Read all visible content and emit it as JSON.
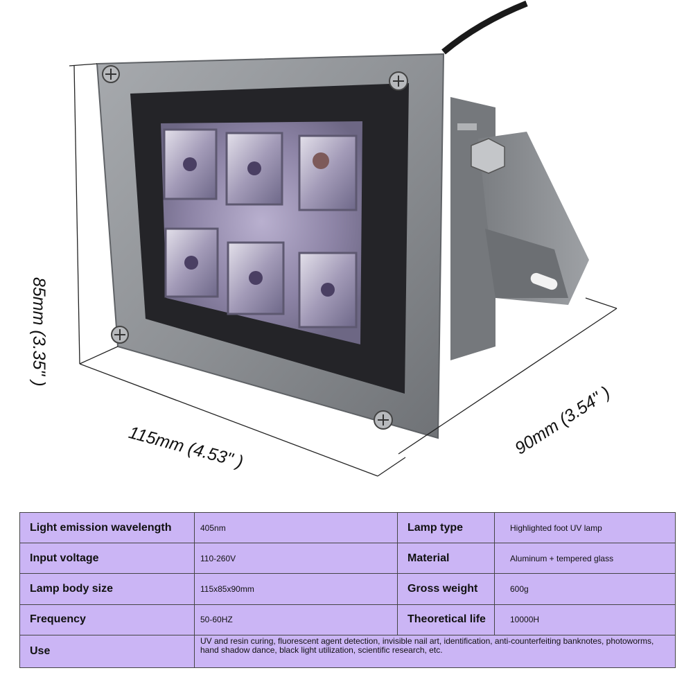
{
  "dimensions": {
    "height_label": "85mm (3.35\" )",
    "width_label": "115mm (4.53\" )",
    "depth_label": "90mm (3.54\" )"
  },
  "specs": {
    "rows": [
      {
        "label1": "Light emission wavelength",
        "value1": "405nm",
        "label2": "Lamp type",
        "value2": "Highlighted foot UV lamp"
      },
      {
        "label1": "Input voltage",
        "value1": "110-260V",
        "label2": "Material",
        "value2": "Aluminum + tempered glass"
      },
      {
        "label1": "Lamp body size",
        "value1": "115x85x90mm",
        "label2": "Gross weight",
        "value2": "600g"
      },
      {
        "label1": "Frequency",
        "value1": "50-60HZ",
        "label2": "Theoretical life",
        "value2": "10000H"
      }
    ],
    "use_label": "Use",
    "use_value": "UV and resin curing, fluorescent agent detection, invisible nail art, identification, anti-counterfeiting banknotes, photoworms, hand shadow dance, black light utilization, scientific research, etc."
  },
  "colors": {
    "table_bg": "#cbb5f5",
    "housing": "#8f9296",
    "led_glow": "#8a7fa6"
  }
}
